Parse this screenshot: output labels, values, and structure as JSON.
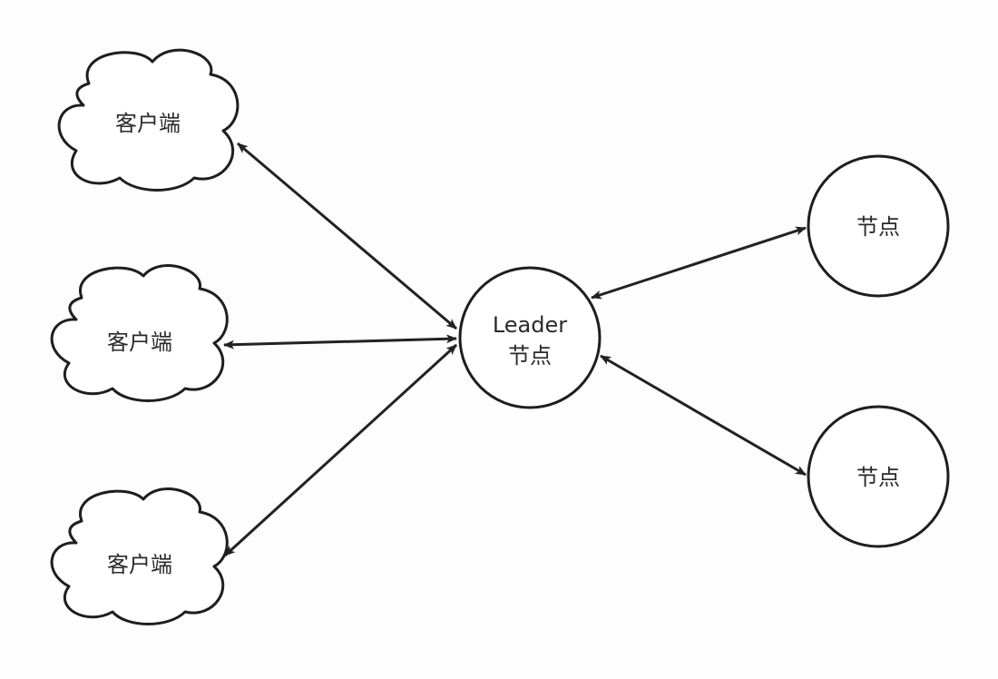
{
  "nodes": {
    "client_top": {
      "label": "客户端",
      "shape": "cloud"
    },
    "client_middle": {
      "label": "客户端",
      "shape": "cloud"
    },
    "client_bottom": {
      "label": "客户端",
      "shape": "cloud"
    },
    "leader": {
      "label_line1": "Leader",
      "label_line2": "节点",
      "shape": "circle"
    },
    "node_top": {
      "label": "节点",
      "shape": "circle"
    },
    "node_bottom": {
      "label": "节点",
      "shape": "circle"
    }
  },
  "edges": [
    {
      "from": "client_top",
      "to": "leader",
      "direction": "bidirectional"
    },
    {
      "from": "client_middle",
      "to": "leader",
      "direction": "bidirectional"
    },
    {
      "from": "client_bottom",
      "to": "leader",
      "direction": "bidirectional"
    },
    {
      "from": "leader",
      "to": "node_top",
      "direction": "bidirectional"
    },
    {
      "from": "leader",
      "to": "node_bottom",
      "direction": "bidirectional"
    }
  ],
  "colors": {
    "stroke": "#1e1e1e",
    "fill": "#ffffff",
    "background": "#fdfdfd"
  }
}
